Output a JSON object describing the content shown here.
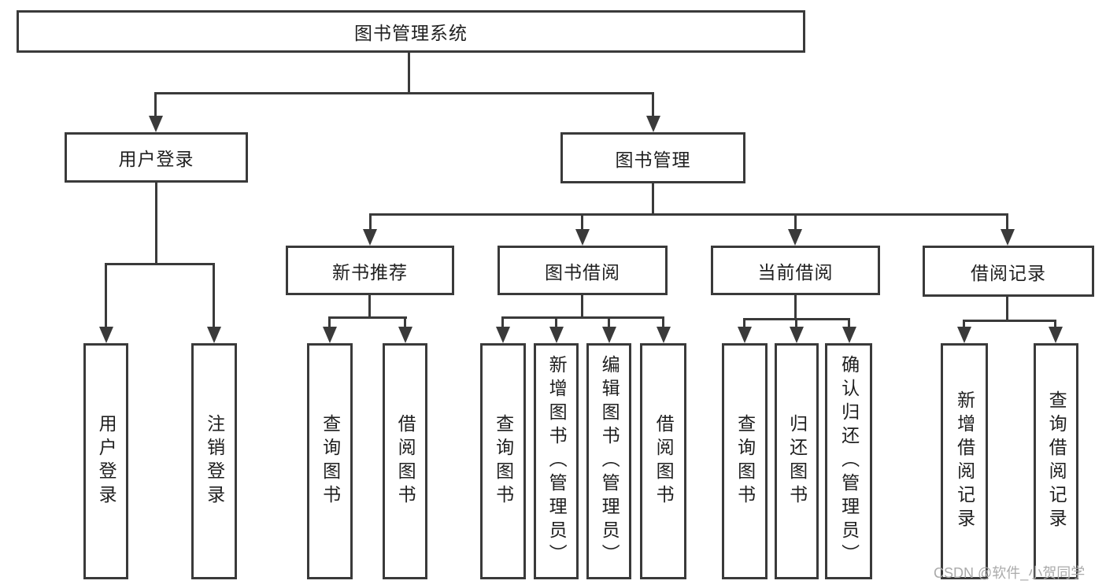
{
  "diagram": {
    "root": {
      "label": "图书管理系统",
      "children": [
        {
          "label": "用户登录",
          "children": [
            {
              "label": "用户登录"
            },
            {
              "label": "注销登录"
            }
          ]
        },
        {
          "label": "图书管理",
          "children": [
            {
              "label": "新书推荐",
              "children": [
                {
                  "label": "查询图书"
                },
                {
                  "label": "借阅图书"
                }
              ]
            },
            {
              "label": "图书借阅",
              "children": [
                {
                  "label": "查询图书"
                },
                {
                  "label": "新增图书（管理员）"
                },
                {
                  "label": "编辑图书（管理员）"
                },
                {
                  "label": "借阅图书"
                }
              ]
            },
            {
              "label": "当前借阅",
              "children": [
                {
                  "label": "查询图书"
                },
                {
                  "label": "归还图书"
                },
                {
                  "label": "确认归还（管理员）"
                }
              ]
            },
            {
              "label": "借阅记录",
              "children": [
                {
                  "label": "新增借阅记录"
                },
                {
                  "label": "查询借阅记录"
                }
              ]
            }
          ]
        }
      ]
    },
    "colors": {
      "line": "#3a3a3a",
      "text": "#1f1f1f",
      "background": "#ffffff",
      "watermark": "#ababab"
    }
  },
  "watermark": {
    "text": "CSDN @软件_小贺同学"
  }
}
